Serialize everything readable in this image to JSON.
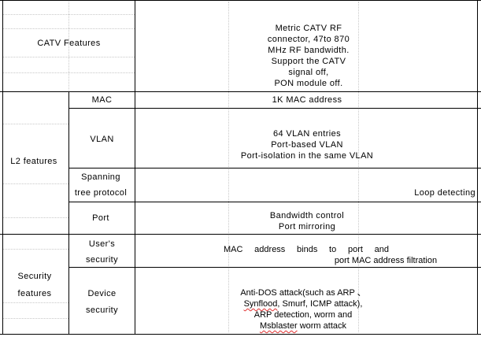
{
  "catv": {
    "label": "CATV Features",
    "lines": [
      "Metric CATV RF",
      "connector, 47to 870",
      "MHz RF bandwidth.",
      "Support the CATV",
      "signal off,",
      "PON module off."
    ]
  },
  "l2": {
    "label": "L2 features",
    "mac": {
      "label": "MAC",
      "value": "1K MAC address"
    },
    "vlan": {
      "label": "VLAN",
      "lines": [
        "64 VLAN entries",
        "Port-based VLAN",
        "Port-isolation in the same VLAN"
      ]
    },
    "stp": {
      "label_line1": "Spanning",
      "label_line2": "tree protocol",
      "value": "Loop detecting"
    },
    "port": {
      "label": "Port",
      "lines": [
        "Bandwidth control",
        "Port mirroring"
      ]
    }
  },
  "security": {
    "label_line1": "Security",
    "label_line2": "features",
    "user": {
      "label_line1": "User's",
      "label_line2": "security",
      "line1_words": [
        "MAC",
        "address",
        "binds",
        "to",
        "port",
        "and"
      ],
      "line2": "port MAC address filtration"
    },
    "device": {
      "label_line1": "Device",
      "label_line2": "security",
      "line1": "Anti-DOS attack(such as ARP 、",
      "line2_a": "Synflood",
      "line2_b": ", Smurf, ICMP attack),",
      "line3": "ARP detection, worm and",
      "line4_a": "Msblaster",
      "line4_b": " worm attack"
    }
  }
}
